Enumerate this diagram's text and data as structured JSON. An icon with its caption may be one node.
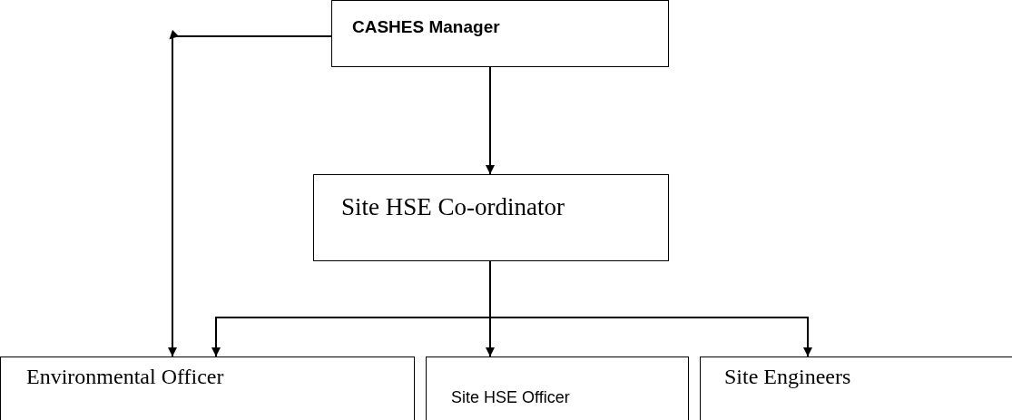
{
  "diagram": {
    "nodes": [
      {
        "text": [
          "CASHES Manager"
        ]
      },
      {
        "text": [
          "Site HSE Co-ordinator"
        ]
      },
      {
        "text": [
          "Environmental Officer"
        ]
      },
      {
        "text": [
          "Site HSE Officer"
        ]
      },
      {
        "text": [
          "Site Engineers"
        ]
      }
    ],
    "edges": [
      {
        "from": 0,
        "to": 1,
        "arrow": "to"
      },
      {
        "from": 0,
        "to": 2,
        "arrow": "to"
      },
      {
        "from": 1,
        "to": 2,
        "arrow": "to"
      },
      {
        "from": 1,
        "to": 3,
        "arrow": "to"
      },
      {
        "from": 1,
        "to": 4,
        "arrow": "to"
      }
    ]
  }
}
